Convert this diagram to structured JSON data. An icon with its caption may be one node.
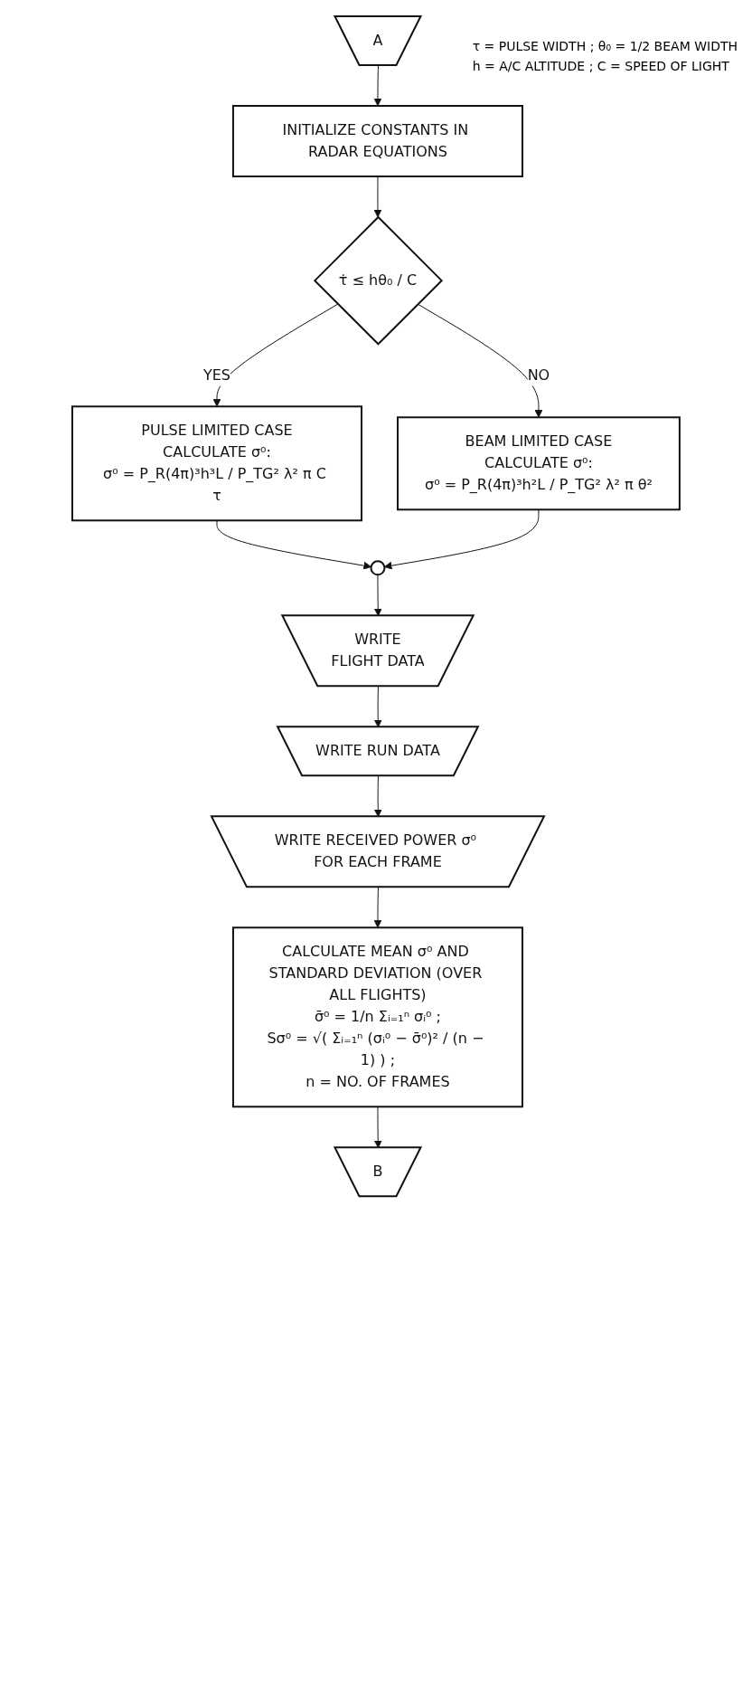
{
  "diagram": {
    "nodes": [
      {
        "text": [
          "A"
        ]
      },
      {
        "text": [
          "INITIALIZE CONSTANTS IN RADAR EQUATIONS"
        ]
      },
      {
        "text": [
          "τ̇ ≤ hθ₀ / C"
        ]
      },
      {
        "text": [
          "PULSE LIMITED CASE",
          "CALCULATE σ⁰:",
          "σ⁰ = P_R(4π)³h³L / P_TG² λ² π C τ"
        ]
      },
      {
        "text": [
          "BEAM LIMITED CASE",
          "CALCULATE σ⁰:",
          "σ⁰ = P_R(4π)³h²L / P_TG² λ² π θ²"
        ]
      },
      {
        "text": [],
        "shape": "circle"
      },
      {
        "text": [
          "WRITE",
          "FLIGHT DATA"
        ]
      },
      {
        "text": [
          "WRITE RUN DATA"
        ]
      },
      {
        "text": [
          "WRITE RECEIVED POWER σ⁰ FOR EACH FRAME"
        ]
      },
      {
        "text": [
          "CALCULATE MEAN σ⁰ AND STANDARD DEVIATION (OVER ALL FLIGHTS)",
          "σ̄⁰ = 1/n Σᵢ₌₁ⁿ σᵢ⁰ ;",
          "Sσ⁰ = √( Σᵢ₌₁ⁿ (σᵢ⁰ − σ̄⁰)² / (n − 1) ) ;",
          "n = NO. OF FRAMES"
        ]
      },
      {
        "text": [
          "B"
        ]
      }
    ],
    "edges": [
      {
        "from": 0,
        "to": 1,
        "arrow": "to"
      },
      {
        "from": 1,
        "to": 2,
        "arrow": "to"
      },
      {
        "from": 2,
        "to": 3,
        "label": "YES",
        "arrow": "to"
      },
      {
        "from": 2,
        "to": 4,
        "label": "NO",
        "arrow": "to"
      },
      {
        "from": 3,
        "to": 5,
        "arrow": "to"
      },
      {
        "from": 4,
        "to": 5,
        "arrow": "to"
      },
      {
        "from": 5,
        "to": 6,
        "arrow": "to"
      },
      {
        "from": 6,
        "to": 7,
        "arrow": "to"
      },
      {
        "from": 7,
        "to": 8,
        "arrow": "to"
      },
      {
        "from": 8,
        "to": 9,
        "arrow": "to"
      },
      {
        "from": 9,
        "to": 10,
        "arrow": "to"
      }
    ],
    "labels": [
      "τ = PULSE WIDTH ;  θ₀ = 1/2 BEAM WIDTH",
      "h = A/C ALTITUDE ;  C = SPEED OF LIGHT"
    ]
  }
}
